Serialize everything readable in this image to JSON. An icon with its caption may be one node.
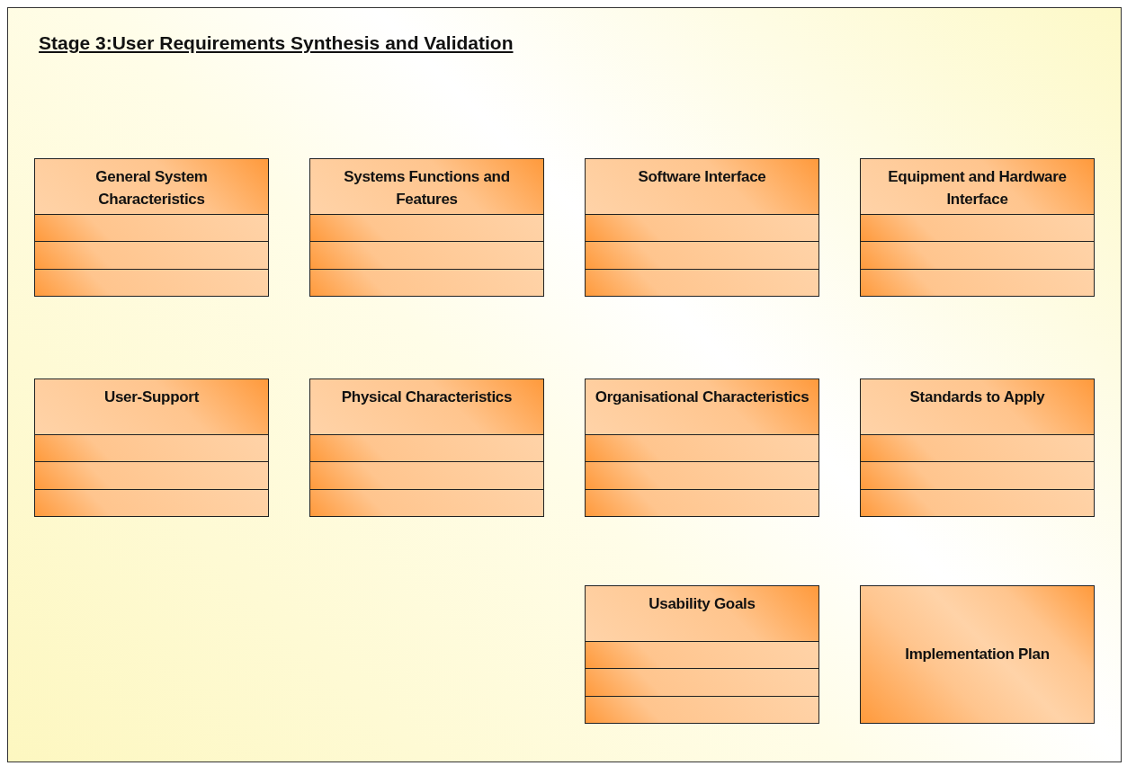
{
  "diagram": {
    "title": "Stage 3:User Requirements Synthesis and Validation",
    "nodes": [
      {
        "text": [
          "General System Characteristics"
        ]
      },
      {
        "text": [],
        "shape": "box",
        "in": 0
      },
      {
        "text": [],
        "shape": "box",
        "in": 0
      },
      {
        "text": [],
        "shape": "box",
        "in": 0
      },
      {
        "text": [
          "Systems Functions and Features"
        ]
      },
      {
        "text": [],
        "shape": "box",
        "in": 4
      },
      {
        "text": [],
        "shape": "box",
        "in": 4
      },
      {
        "text": [],
        "shape": "box",
        "in": 4
      },
      {
        "text": [
          "Software Interface"
        ]
      },
      {
        "text": [],
        "shape": "box",
        "in": 8
      },
      {
        "text": [],
        "shape": "box",
        "in": 8
      },
      {
        "text": [],
        "shape": "box",
        "in": 8
      },
      {
        "text": [
          "Equipment and Hardware Interface"
        ]
      },
      {
        "text": [],
        "shape": "box",
        "in": 12
      },
      {
        "text": [],
        "shape": "box",
        "in": 12
      },
      {
        "text": [],
        "shape": "box",
        "in": 12
      },
      {
        "text": [
          "User-Support"
        ]
      },
      {
        "text": [],
        "shape": "box",
        "in": 16
      },
      {
        "text": [],
        "shape": "box",
        "in": 16
      },
      {
        "text": [],
        "shape": "box",
        "in": 16
      },
      {
        "text": [
          "Physical Characteristics"
        ]
      },
      {
        "text": [],
        "shape": "box",
        "in": 20
      },
      {
        "text": [],
        "shape": "box",
        "in": 20
      },
      {
        "text": [],
        "shape": "box",
        "in": 20
      },
      {
        "text": [
          "Organisational Characteristics"
        ]
      },
      {
        "text": [],
        "shape": "box",
        "in": 24
      },
      {
        "text": [],
        "shape": "box",
        "in": 24
      },
      {
        "text": [],
        "shape": "box",
        "in": 24
      },
      {
        "text": [
          "Standards to Apply"
        ]
      },
      {
        "text": [],
        "shape": "box",
        "in": 28
      },
      {
        "text": [],
        "shape": "box",
        "in": 28
      },
      {
        "text": [],
        "shape": "box",
        "in": 28
      },
      {
        "text": [
          "Usability Goals"
        ]
      },
      {
        "text": [],
        "shape": "box",
        "in": 32
      },
      {
        "text": [],
        "shape": "box",
        "in": 32
      },
      {
        "text": [],
        "shape": "box",
        "in": 32
      },
      {
        "text": [
          "Implementation Plan"
        ]
      }
    ]
  }
}
